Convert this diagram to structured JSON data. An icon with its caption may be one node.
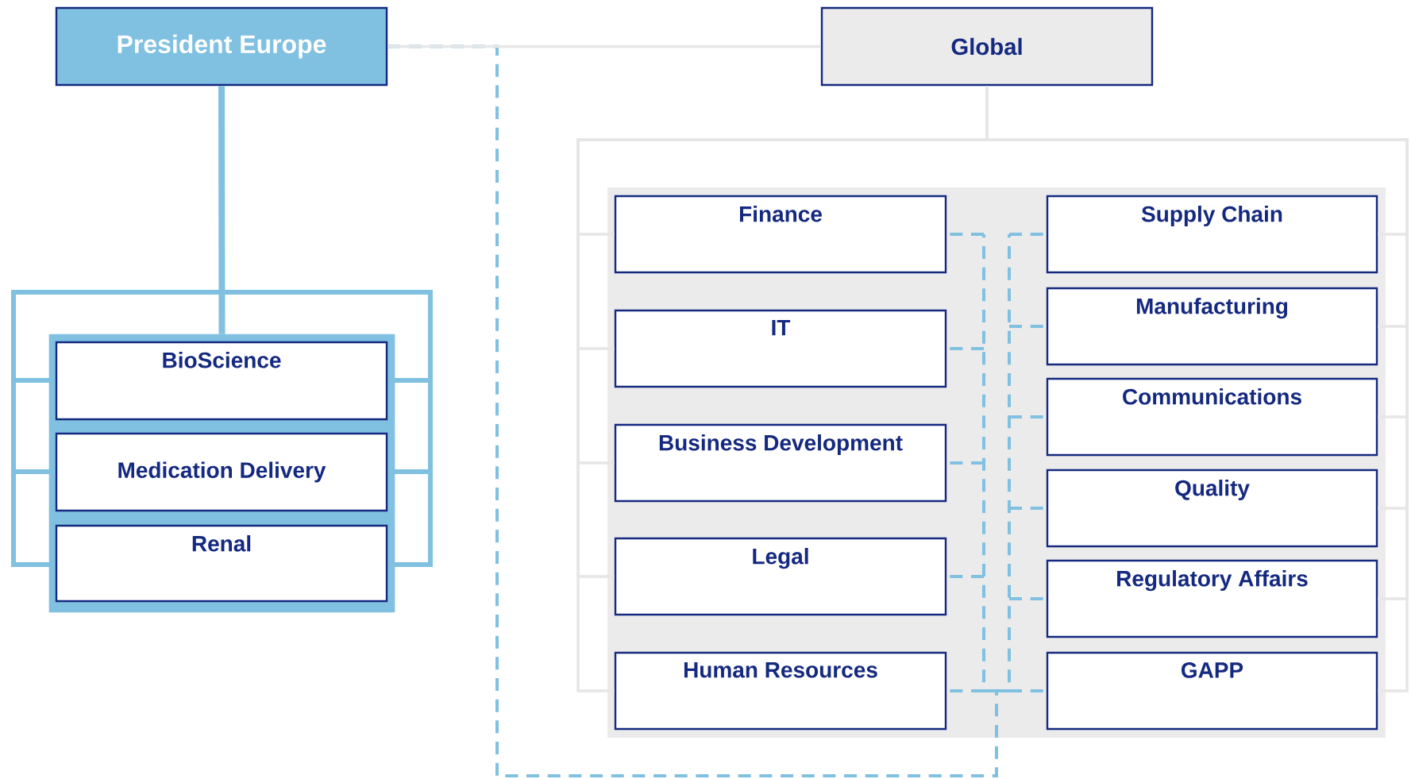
{
  "diagram": {
    "nodes": [
      {
        "text": [
          "President Europe"
        ]
      },
      {
        "text": [
          "Global"
        ]
      },
      {
        "text": [],
        "shape": "box"
      },
      {
        "text": [
          "BioScience"
        ],
        "in": 2
      },
      {
        "text": [
          "Medication Delivery"
        ],
        "in": 2
      },
      {
        "text": [
          "Renal"
        ],
        "in": 2
      },
      {
        "text": [
          "Finance"
        ]
      },
      {
        "text": [
          "IT"
        ]
      },
      {
        "text": [
          "Business Development"
        ]
      },
      {
        "text": [
          "Legal"
        ]
      },
      {
        "text": [
          "Human Resources"
        ]
      },
      {
        "text": [
          "Supply Chain"
        ]
      },
      {
        "text": [
          "Manufacturing"
        ]
      },
      {
        "text": [
          "Communications"
        ]
      },
      {
        "text": [
          "Quality"
        ]
      },
      {
        "text": [
          "Regulatory Affairs"
        ]
      },
      {
        "text": [
          "GAPP"
        ]
      }
    ],
    "edges": [
      {
        "from": 0,
        "to": 1,
        "arrow": "none",
        "color": "#e6e6e6"
      },
      {
        "from": 0,
        "to": 2,
        "arrow": "none",
        "style": "thick",
        "color": "#80c0e0"
      },
      {
        "from": 1,
        "to": 6,
        "arrow": "none",
        "color": "#e6e6e6"
      },
      {
        "from": 1,
        "to": 7,
        "arrow": "none",
        "color": "#e6e6e6"
      },
      {
        "from": 1,
        "to": 8,
        "arrow": "none",
        "color": "#e6e6e6"
      },
      {
        "from": 1,
        "to": 9,
        "arrow": "none",
        "color": "#e6e6e6"
      },
      {
        "from": 1,
        "to": 10,
        "arrow": "none",
        "color": "#e6e6e6"
      },
      {
        "from": 1,
        "to": 11,
        "arrow": "none",
        "color": "#e6e6e6"
      },
      {
        "from": 1,
        "to": 12,
        "arrow": "none",
        "color": "#e6e6e6"
      },
      {
        "from": 1,
        "to": 13,
        "arrow": "none",
        "color": "#e6e6e6"
      },
      {
        "from": 1,
        "to": 14,
        "arrow": "none",
        "color": "#e6e6e6"
      },
      {
        "from": 1,
        "to": 15,
        "arrow": "none",
        "color": "#e6e6e6"
      },
      {
        "from": 1,
        "to": 16,
        "arrow": "none",
        "color": "#e6e6e6"
      },
      {
        "from": 0,
        "to": 6,
        "arrow": "none",
        "style": "dashed",
        "color": "#80c0e0"
      },
      {
        "from": 0,
        "to": 7,
        "arrow": "none",
        "style": "dashed",
        "color": "#80c0e0"
      },
      {
        "from": 0,
        "to": 8,
        "arrow": "none",
        "style": "dashed",
        "color": "#80c0e0"
      },
      {
        "from": 0,
        "to": 9,
        "arrow": "none",
        "style": "dashed",
        "color": "#80c0e0"
      },
      {
        "from": 0,
        "to": 10,
        "arrow": "none",
        "style": "dashed",
        "color": "#80c0e0"
      },
      {
        "from": 0,
        "to": 11,
        "arrow": "none",
        "style": "dashed",
        "color": "#80c0e0"
      },
      {
        "from": 0,
        "to": 12,
        "arrow": "none",
        "style": "dashed",
        "color": "#80c0e0"
      },
      {
        "from": 0,
        "to": 13,
        "arrow": "none",
        "style": "dashed",
        "color": "#80c0e0"
      },
      {
        "from": 0,
        "to": 14,
        "arrow": "none",
        "style": "dashed",
        "color": "#80c0e0"
      },
      {
        "from": 0,
        "to": 15,
        "arrow": "none",
        "style": "dashed",
        "color": "#80c0e0"
      },
      {
        "from": 0,
        "to": 16,
        "arrow": "none",
        "style": "dashed",
        "color": "#80c0e0"
      }
    ]
  }
}
